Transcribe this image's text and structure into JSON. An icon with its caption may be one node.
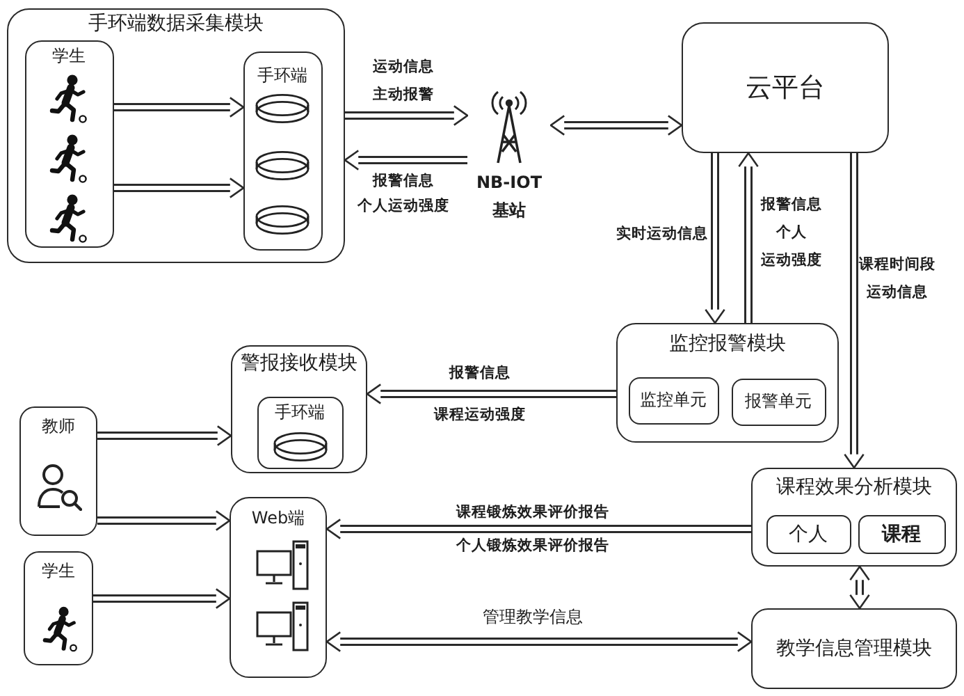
{
  "diagram": {
    "nodes": [
      {
        "text": [
          "手环端数据采集模块"
        ]
      },
      {
        "text": [
          "学生"
        ],
        "in": 0
      },
      {
        "text": [
          "手环端"
        ],
        "in": 0
      },
      {
        "text": [
          "NB-IOT 基站"
        ]
      },
      {
        "text": [
          "云平台"
        ]
      },
      {
        "text": [
          "监控报警模块"
        ]
      },
      {
        "text": [
          "监控单元"
        ],
        "in": 5
      },
      {
        "text": [
          "报警单元"
        ],
        "in": 5
      },
      {
        "text": [
          "警报接收模块"
        ]
      },
      {
        "text": [
          "手环端"
        ],
        "in": 8
      },
      {
        "text": [
          "教师"
        ]
      },
      {
        "text": [
          "Web端"
        ]
      },
      {
        "text": [
          "课程效果分析模块"
        ]
      },
      {
        "text": [
          "个人"
        ],
        "in": 12
      },
      {
        "text": [
          "课程"
        ],
        "in": 12
      },
      {
        "text": [
          "学生"
        ]
      },
      {
        "text": [
          "教学信息管理模块"
        ]
      }
    ],
    "edges": [
      {
        "from": 1,
        "to": 2,
        "arrow": "to"
      },
      {
        "from": 1,
        "to": 2,
        "arrow": "to"
      },
      {
        "from": 0,
        "to": 3,
        "arrow": "to",
        "label": "运动信息主动报警"
      },
      {
        "from": 3,
        "to": 0,
        "arrow": "to",
        "label": "报警信息个人运动强度"
      },
      {
        "from": 3,
        "to": 4,
        "arrow": "both"
      },
      {
        "from": 4,
        "to": 5,
        "arrow": "to",
        "label": "实时运动信息"
      },
      {
        "from": 5,
        "to": 4,
        "arrow": "to",
        "label": "报警信息个人运动强度"
      },
      {
        "from": 4,
        "to": 12,
        "arrow": "to",
        "label": "课程时间段运动信息"
      },
      {
        "from": 5,
        "to": 8,
        "arrow": "to",
        "label": "报警信息课程运动强度"
      },
      {
        "from": 10,
        "to": 8,
        "arrow": "to"
      },
      {
        "from": 10,
        "to": 11,
        "arrow": "to"
      },
      {
        "from": 12,
        "to": 11,
        "arrow": "to",
        "label": "课程锻炼效果评价报告个人锻炼效果评价报告"
      },
      {
        "from": 15,
        "to": 11,
        "arrow": "to"
      },
      {
        "from": 11,
        "to": 16,
        "arrow": "both",
        "label": "管理教学信息"
      },
      {
        "from": 12,
        "to": 16,
        "arrow": "both"
      }
    ]
  }
}
